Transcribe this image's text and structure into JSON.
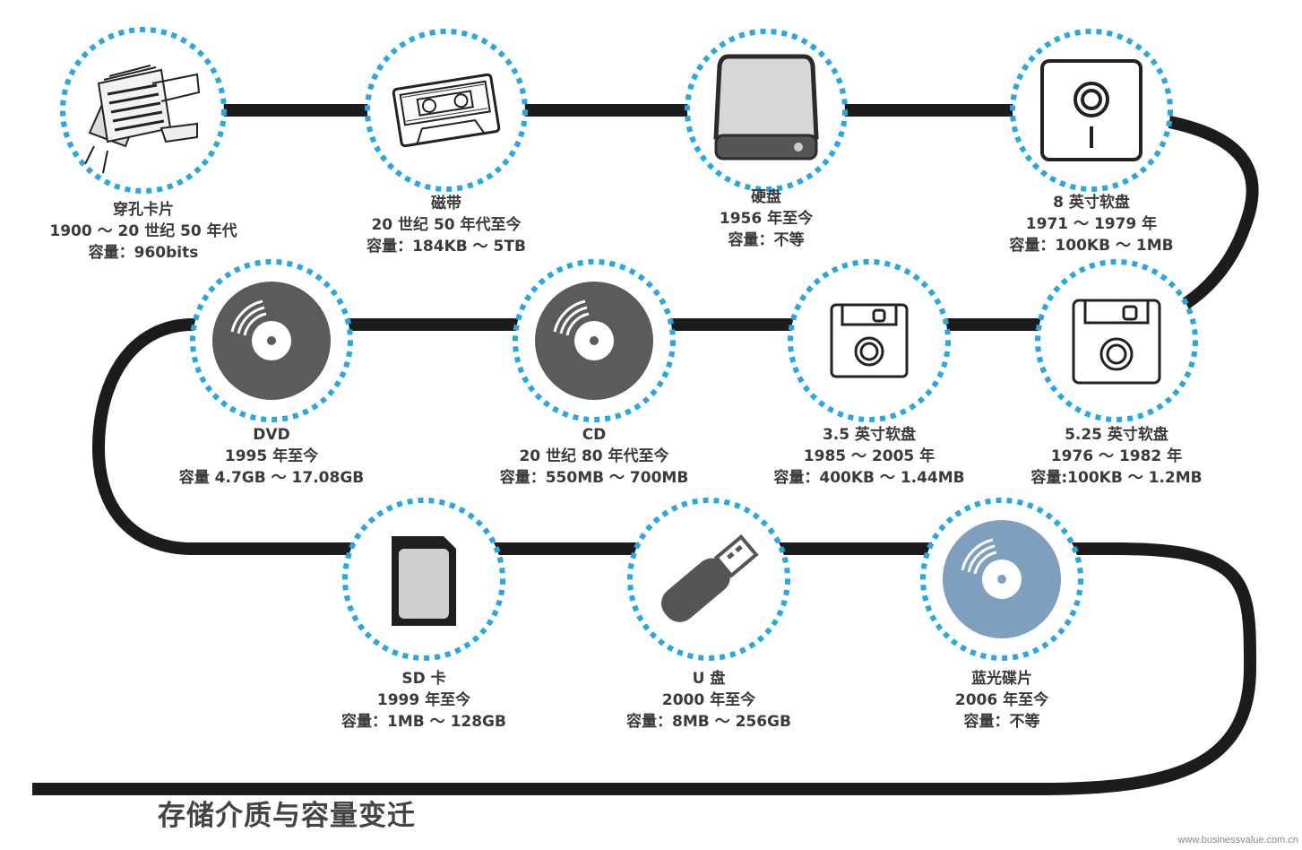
{
  "title": "存储介质与容量变迁",
  "watermark": "www.businessvalue.com.cn",
  "colors": {
    "track": "#1c1c1c",
    "ring": "#28a8e0",
    "disc_gray": "#5b5b5b",
    "disc_blue": "#7f9fbf"
  },
  "items": [
    {
      "icon": "punch-card-icon",
      "name": "穿孔卡片",
      "period": "1900 ～ 20 世纪 50 年代",
      "capacity": "容量：960bits"
    },
    {
      "icon": "cassette-tape-icon",
      "name": "磁带",
      "period": "20 世纪 50 年代至今",
      "capacity": "容量：184KB ～ 5TB"
    },
    {
      "icon": "hard-disk-icon",
      "name": "硬盘",
      "period": "1956 年至今",
      "capacity": "容量：不等"
    },
    {
      "icon": "floppy-8inch-icon",
      "name": "8 英寸软盘",
      "period": "1971 ～ 1979 年",
      "capacity": "容量：100KB ～ 1MB"
    },
    {
      "icon": "floppy-525-icon",
      "name": "5.25 英寸软盘",
      "period": "1976 ～ 1982 年",
      "capacity": "容量:100KB ～ 1.2MB"
    },
    {
      "icon": "floppy-35-icon",
      "name": "3.5 英寸软盘",
      "period": "1985 ～ 2005 年",
      "capacity": "容量：400KB ～ 1.44MB"
    },
    {
      "icon": "cd-icon",
      "name": "CD",
      "period": "20 世纪 80 年代至今",
      "capacity": "容量：550MB ～ 700MB"
    },
    {
      "icon": "dvd-icon",
      "name": "DVD",
      "period": "1995 年至今",
      "capacity": "容量  4.7GB ～ 17.08GB"
    },
    {
      "icon": "sd-card-icon",
      "name": "SD 卡",
      "period": "1999 年至今",
      "capacity": "容量：1MB ～ 128GB"
    },
    {
      "icon": "usb-drive-icon",
      "name": "U 盘",
      "period": "2000 年至今",
      "capacity": "容量：8MB ～ 256GB"
    },
    {
      "icon": "bluray-disc-icon",
      "name": "蓝光碟片",
      "period": "2006 年至今",
      "capacity": "容量：不等"
    }
  ]
}
